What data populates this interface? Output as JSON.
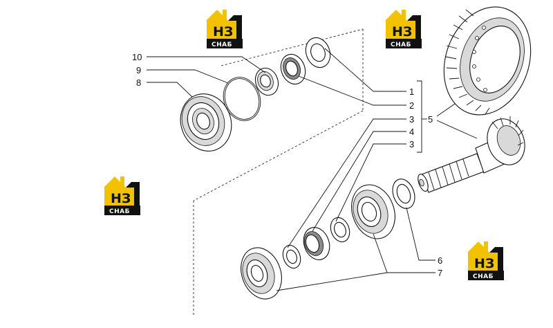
{
  "logo": {
    "letters": "НЗ",
    "caption": "СНАБ",
    "colors": {
      "yellow": "#f2c200",
      "black": "#111111",
      "white": "#ffffff"
    }
  },
  "callouts": {
    "c1": "1",
    "c2": "2",
    "c3a": "3",
    "c4": "4",
    "c3b": "3",
    "c5": "5",
    "c6": "6",
    "c7": "7",
    "c8": "8",
    "c9": "9",
    "c10": "10"
  }
}
